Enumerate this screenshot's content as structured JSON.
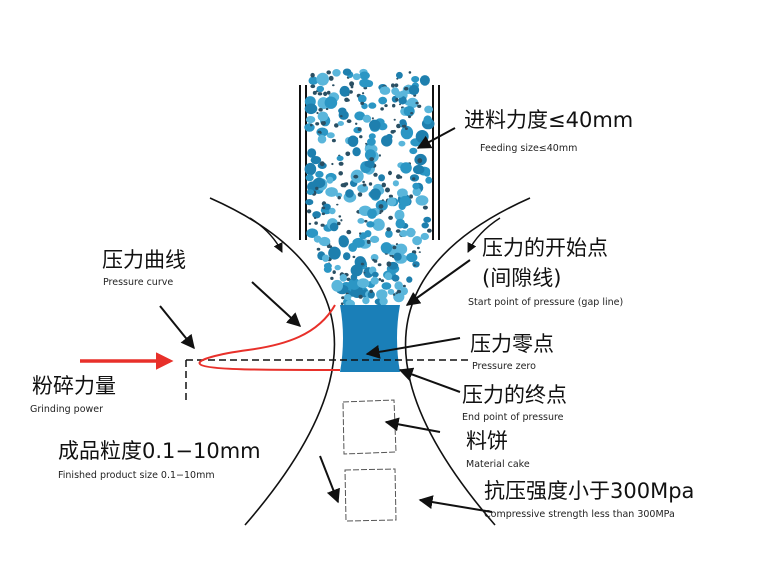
{
  "labels": {
    "feeding_size_zh": "进料力度≤40mm",
    "feeding_size_en": "Feeding size≤40mm",
    "pressure_curve_zh": "压力曲线",
    "pressure_curve_en": "Pressure curve",
    "start_point_zh_1": "压力的开始点",
    "start_point_zh_2": "(间隙线)",
    "start_point_en": "Start point of pressure (gap line)",
    "pressure_zero_zh": "压力零点",
    "pressure_zero_en": "Pressure zero",
    "grinding_power_zh": "粉碎力量",
    "grinding_power_en": "Grinding power",
    "end_point_zh": "压力的终点",
    "end_point_en": "End point of pressure",
    "material_cake_zh": "料饼",
    "material_cake_en": "Material cake",
    "finished_size_zh": "成品粒度0.1−10mm",
    "finished_size_en": "Finished product size 0.1−10mm",
    "strength_zh": "抗压强度小于300Mpa",
    "strength_en": "Compressive strength less than 300MPa"
  },
  "colors": {
    "particle_blue": "#2b96c4",
    "particle_light": "#5ab6db",
    "pressure_zone": "#1a7fb8",
    "curve_red": "#e8302a",
    "arrow_red": "#e8302a",
    "ink": "#111111"
  }
}
